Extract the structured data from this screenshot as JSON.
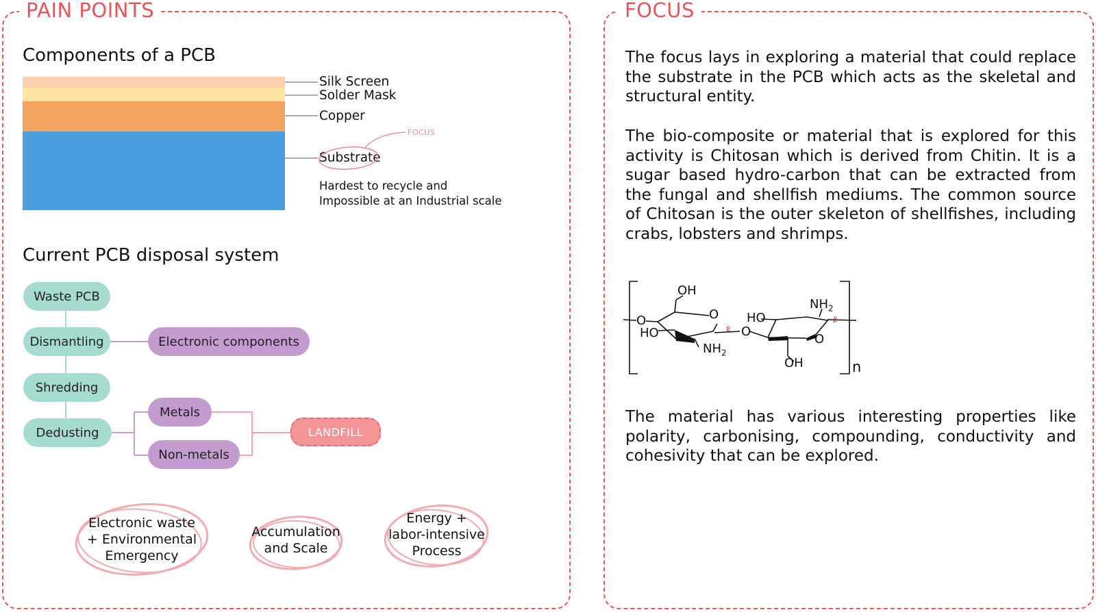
{
  "left_panel": {
    "title": "PAIN POINTS",
    "components_heading": "Components of a PCB",
    "layers": [
      {
        "label": "Silk Screen",
        "color": "#fccfae"
      },
      {
        "label": "Solder Mask",
        "color": "#fde4a2"
      },
      {
        "label": "Copper",
        "color": "#f2a35e"
      },
      {
        "label": "Substrate",
        "color": "#4b9fde"
      }
    ],
    "focus_tag": "FOCUS",
    "substrate_note_line1": "Hardest to recycle and",
    "substrate_note_line2": "Impossible at an Industrial scale",
    "disposal_heading": "Current PCB disposal system",
    "flow": {
      "waste_pcb": "Waste PCB",
      "dismantling": "Dismantling",
      "electronic_components": "Electronic components",
      "shredding": "Shredding",
      "dedusting": "Dedusting",
      "metals": "Metals",
      "non_metals": "Non-metals",
      "landfill": "LANDFILL"
    },
    "issues": [
      {
        "line1": "Electronic waste",
        "line2": "+ Environmental",
        "line3": "Emergency"
      },
      {
        "line1": "Accumulation",
        "line2": "and Scale"
      },
      {
        "line1": "Energy +",
        "line2": "labor-intensive",
        "line3": "Process"
      }
    ]
  },
  "right_panel": {
    "title": "FOCUS",
    "paragraph1": "The focus lays in exploring a material that could replace the substrate in the PCB which acts as the skeletal and structural entity.",
    "paragraph2": "The bio-composite or material that is explored for this activity  is Chitosan which is derived from Chitin. It is a sugar based hydro-carbon that can be extracted from the fungal and shellfish mediums. The common source of Chitosan is the outer skeleton of shellfishes, including crabs, lobsters and shrimps.",
    "paragraph3": "The material has various interesting properties like polarity, carbonising, compounding, conductivity and cohesivity that can be explored.",
    "structure": {
      "oh_top": "OH",
      "o_left": "O",
      "ho_left": "HO",
      "o_ring1": "O",
      "beta1": "β",
      "nh2_bottom": "NH",
      "nh2_bottom_sub": "2",
      "o_bridge": "O",
      "ho_mid": "HO",
      "nh2_top": "NH",
      "nh2_top_sub": "2",
      "beta2": "β",
      "o_ring2": "O",
      "oh_bottom": "OH",
      "n": "n"
    }
  },
  "colors": {
    "accent": "#e8545a",
    "green_pill": "#a6dccf",
    "purple_pill": "#c39bcf",
    "landfill": "#f39496"
  }
}
